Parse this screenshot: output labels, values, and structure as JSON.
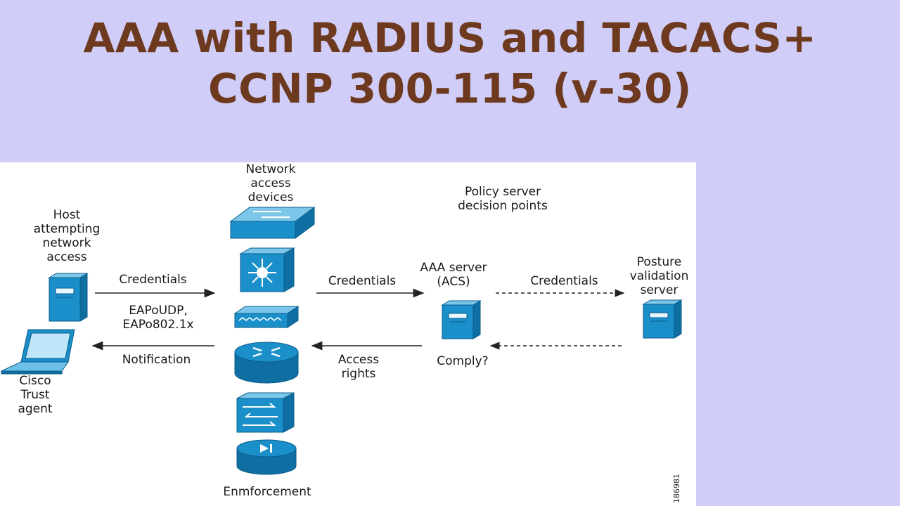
{
  "slide": {
    "title_line1": "AAA with RADIUS and TACACS+",
    "title_line2": "CCNP 300-115 (v-30)"
  },
  "diagram": {
    "network_access_devices": "Network\naccess\ndevices",
    "policy_server": "Policy server\ndecision points",
    "host": "Host\nattempting\nnetwork\naccess",
    "credentials_1": "Credentials",
    "eap": "EAPoUDP,\nEAPo802.1x",
    "notification": "Notification",
    "cisco_trust_agent": "Cisco\nTrust\nagent",
    "credentials_2": "Credentials",
    "access_rights": "Access\nrights",
    "aaa_server": "AAA server\n(ACS)",
    "comply": "Comply?",
    "credentials_3": "Credentials",
    "posture_server": "Posture\nvalidation\nserver",
    "enforcement": "Enmforcement",
    "figure_id": "186981"
  },
  "colors": {
    "title": "#6e3a1f",
    "background": "#d0cef9",
    "device_blue": "#1a8fc9"
  }
}
